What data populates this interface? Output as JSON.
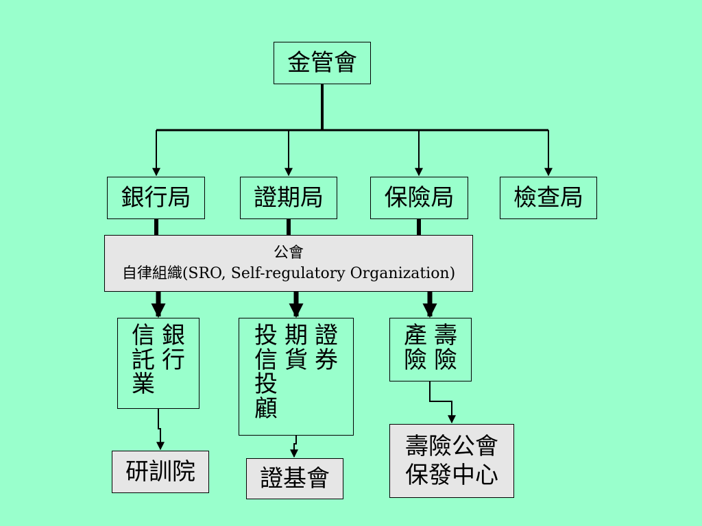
{
  "root": {
    "label": "金管會"
  },
  "bureaus": [
    {
      "label": "銀行局"
    },
    {
      "label": "證期局"
    },
    {
      "label": "保險局"
    },
    {
      "label": "檢查局"
    }
  ],
  "sro": {
    "line1": "公會",
    "line2": "自律組織(SRO, Self-regulatory Organization)"
  },
  "industries": {
    "banking": {
      "columns": [
        "銀行",
        "信託業"
      ]
    },
    "securities": {
      "columns": [
        "證券",
        "期貨",
        "投信投顧"
      ]
    },
    "insurance": {
      "columns": [
        "壽險",
        "產險"
      ]
    }
  },
  "institutions": {
    "training": {
      "label": "研訓院"
    },
    "foundation": {
      "label": "證基會"
    },
    "life_assoc": {
      "line1": "壽險公會",
      "line2": "保發中心"
    }
  }
}
